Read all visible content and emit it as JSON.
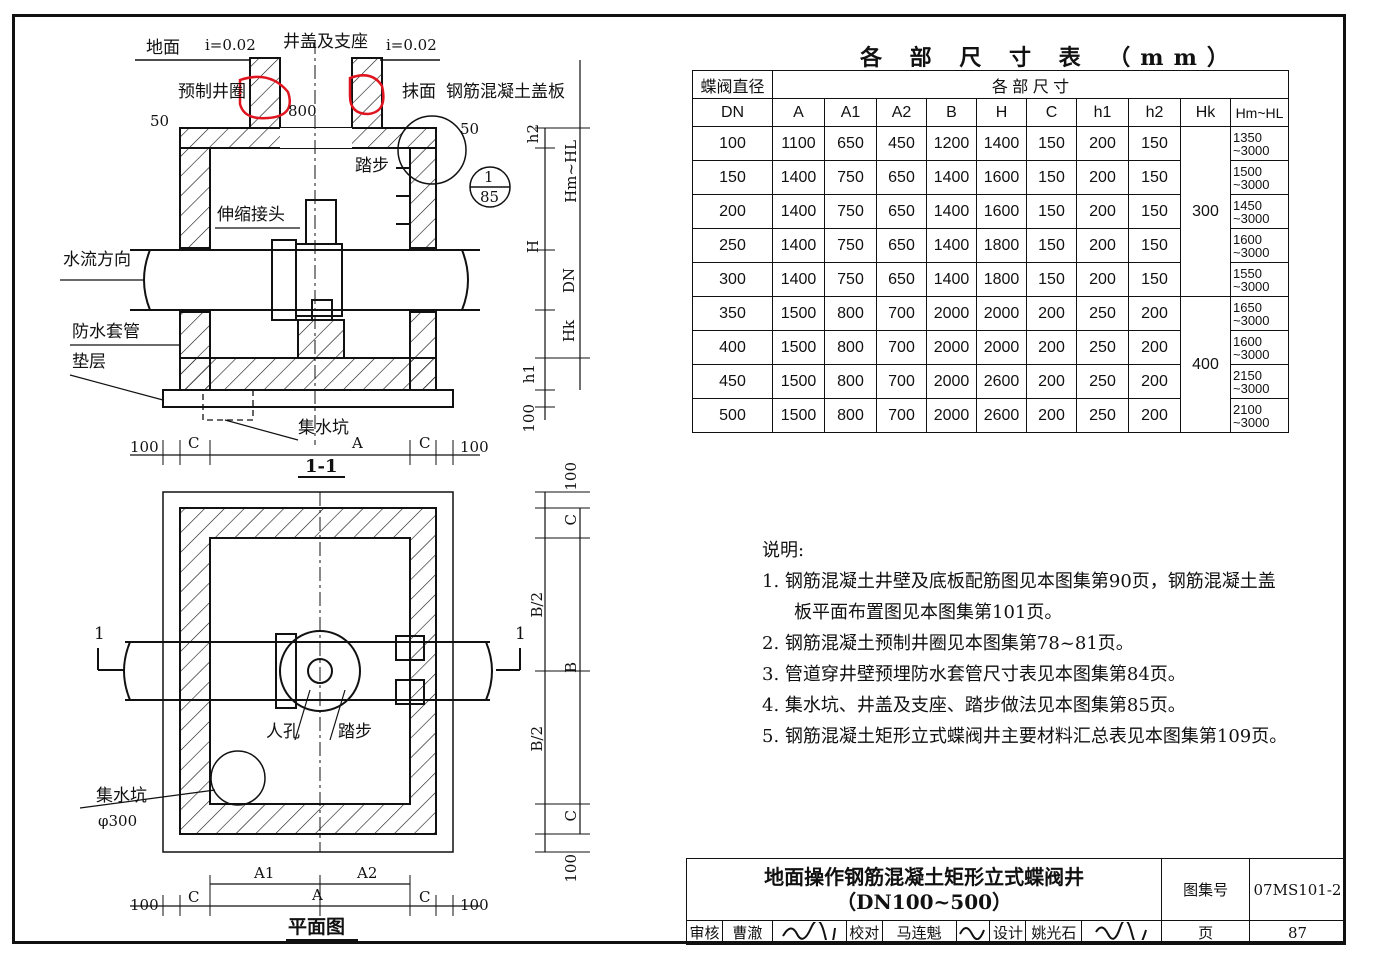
{
  "section": {
    "ground": "地面",
    "slope_left": "i=0.02",
    "cover": "井盖及支座",
    "slope_right": "i=0.02",
    "precast_ring": "预制井圈",
    "d800": "800",
    "plaster": "抹面",
    "rc_cover": "钢筋混凝土盖板",
    "dim50_left": "50",
    "dim50_right": "50",
    "step": "踏步",
    "detail_num": "1",
    "detail_page": "85",
    "joint": "伸缩接头",
    "flow": "水流方向",
    "sleeve": "防水套管",
    "cushion": "垫层",
    "sump": "集水坑",
    "h2": "h2",
    "hm": "Hm~HL",
    "H": "H",
    "DN": "DN",
    "Hk": "Hk",
    "h1": "h1",
    "d100v": "100",
    "d100l": "100",
    "C1": "C",
    "A": "A",
    "C2": "C",
    "d100r": "100",
    "title": "1-1"
  },
  "plan": {
    "cut_left": "1",
    "cut_right": "1",
    "manhole": "人孔",
    "step": "踏步",
    "sump": "集水坑",
    "sump_d": "φ300",
    "d100_top": "100",
    "C_top": "C",
    "B2_top": "B/2",
    "B": "B",
    "B2_bot": "B/2",
    "C_bot": "C",
    "d100_bot": "100",
    "A1": "A1",
    "A2": "A2",
    "A": "A",
    "d100l": "100",
    "C1": "C",
    "C2": "C",
    "d100r": "100",
    "title": "平面图"
  },
  "table": {
    "title": "各 部 尺 寸 表 （mm）",
    "head_dn1": "蝶阀直径",
    "head_dims": "各 部 尺 寸",
    "head_dn2": "DN",
    "cols": [
      "A",
      "A1",
      "A2",
      "B",
      "H",
      "C",
      "h1",
      "h2",
      "Hk",
      "Hm~HL"
    ],
    "rows": [
      {
        "dn": "100",
        "a": "1100",
        "a1": "650",
        "a2": "450",
        "b": "1200",
        "h": "1400",
        "c": "150",
        "h1": "200",
        "h2": "150",
        "hl": [
          "1350",
          "~3000"
        ]
      },
      {
        "dn": "150",
        "a": "1400",
        "a1": "750",
        "a2": "650",
        "b": "1400",
        "h": "1600",
        "c": "150",
        "h1": "200",
        "h2": "150",
        "hl": [
          "1500",
          "~3000"
        ]
      },
      {
        "dn": "200",
        "a": "1400",
        "a1": "750",
        "a2": "650",
        "b": "1400",
        "h": "1600",
        "c": "150",
        "h1": "200",
        "h2": "150",
        "hl": [
          "1450",
          "~3000"
        ]
      },
      {
        "dn": "250",
        "a": "1400",
        "a1": "750",
        "a2": "650",
        "b": "1400",
        "h": "1800",
        "c": "150",
        "h1": "200",
        "h2": "150",
        "hl": [
          "1600",
          "~3000"
        ]
      },
      {
        "dn": "300",
        "a": "1400",
        "a1": "750",
        "a2": "650",
        "b": "1400",
        "h": "1800",
        "c": "150",
        "h1": "200",
        "h2": "150",
        "hl": [
          "1550",
          "~3000"
        ]
      },
      {
        "dn": "350",
        "a": "1500",
        "a1": "800",
        "a2": "700",
        "b": "2000",
        "h": "2000",
        "c": "200",
        "h1": "250",
        "h2": "200",
        "hl": [
          "1650",
          "~3000"
        ]
      },
      {
        "dn": "400",
        "a": "1500",
        "a1": "800",
        "a2": "700",
        "b": "2000",
        "h": "2000",
        "c": "200",
        "h1": "250",
        "h2": "200",
        "hl": [
          "1600",
          "~3000"
        ]
      },
      {
        "dn": "450",
        "a": "1500",
        "a1": "800",
        "a2": "700",
        "b": "2000",
        "h": "2600",
        "c": "200",
        "h1": "250",
        "h2": "200",
        "hl": [
          "2150",
          "~3000"
        ]
      },
      {
        "dn": "500",
        "a": "1500",
        "a1": "800",
        "a2": "700",
        "b": "2000",
        "h": "2600",
        "c": "200",
        "h1": "250",
        "h2": "200",
        "hl": [
          "2100",
          "~3000"
        ]
      }
    ],
    "hk_1": "300",
    "hk_2": "400"
  },
  "notes": {
    "head": "说明:",
    "n1a": "1. 钢筋混凝土井壁及底板配筋图见本图集第90页，钢筋混凝土盖",
    "n1b": "板平面布置图见本图集第101页。",
    "n2": "2. 钢筋混凝土预制井圈见本图集第78~81页。",
    "n3": "3. 管道穿井壁预埋防水套管尺寸表见本图集第84页。",
    "n4": "4. 集水坑、井盖及支座、踏步做法见本图集第85页。",
    "n5": "5. 钢筋混凝土矩形立式蝶阀井主要材料汇总表见本图集第109页。"
  },
  "titleblock": {
    "name1": "地面操作钢筋混凝土矩形立式蝶阀井",
    "name2": "（DN100~500）",
    "atlas_label": "图集号",
    "atlas_no": "07MS101-2",
    "review": "审核",
    "reviewer": "曹澈",
    "check": "校对",
    "checker": "马连魁",
    "design": "设计",
    "designer": "姚光石",
    "page_label": "页",
    "page_no": "87"
  },
  "colors": {
    "line": "#111111",
    "highlight": "#e0141e"
  }
}
